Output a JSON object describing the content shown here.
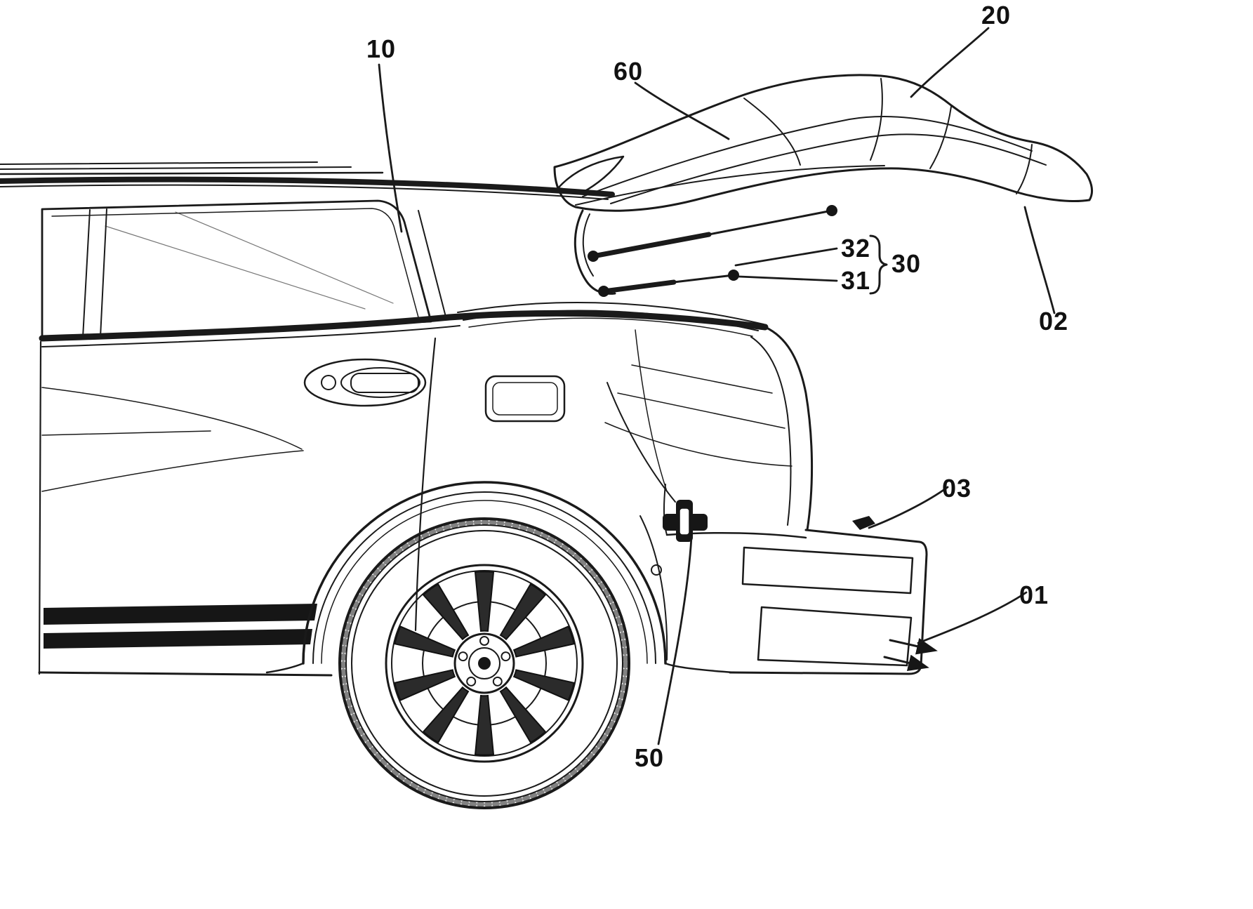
{
  "figure": {
    "background_color": "#ffffff",
    "line_color": "#1a1a1a"
  },
  "labels": [
    {
      "id": "10",
      "text": "10"
    },
    {
      "id": "60",
      "text": "60"
    },
    {
      "id": "20",
      "text": "20"
    },
    {
      "id": "32",
      "text": "32"
    },
    {
      "id": "30",
      "text": "30"
    },
    {
      "id": "31",
      "text": "31"
    },
    {
      "id": "02",
      "text": "02"
    },
    {
      "id": "03",
      "text": "03"
    },
    {
      "id": "01",
      "text": "01"
    },
    {
      "id": "50",
      "text": "50"
    }
  ]
}
